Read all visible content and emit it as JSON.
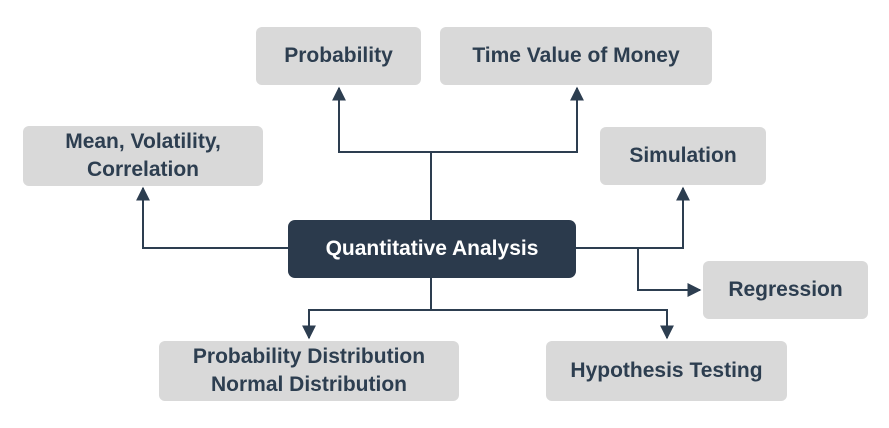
{
  "diagram": {
    "center": {
      "label": "Quantitative Analysis"
    },
    "nodes": {
      "probability": {
        "label": "Probability"
      },
      "time_value_of_money": {
        "label": "Time Value of Money"
      },
      "mean_volatility_correlation": {
        "line1": "Mean, Volatility,",
        "line2": "Correlation"
      },
      "simulation": {
        "label": "Simulation"
      },
      "regression": {
        "label": "Regression"
      },
      "probability_distribution": {
        "line1": "Probability Distribution",
        "line2": "Normal Distribution"
      },
      "hypothesis_testing": {
        "label": "Hypothesis Testing"
      }
    },
    "colors": {
      "center_fill": "#2b3a4c",
      "center_text": "#ffffff",
      "node_fill": "#d9d9d9",
      "node_text": "#2d3e50",
      "connector": "#2d3e50"
    }
  }
}
